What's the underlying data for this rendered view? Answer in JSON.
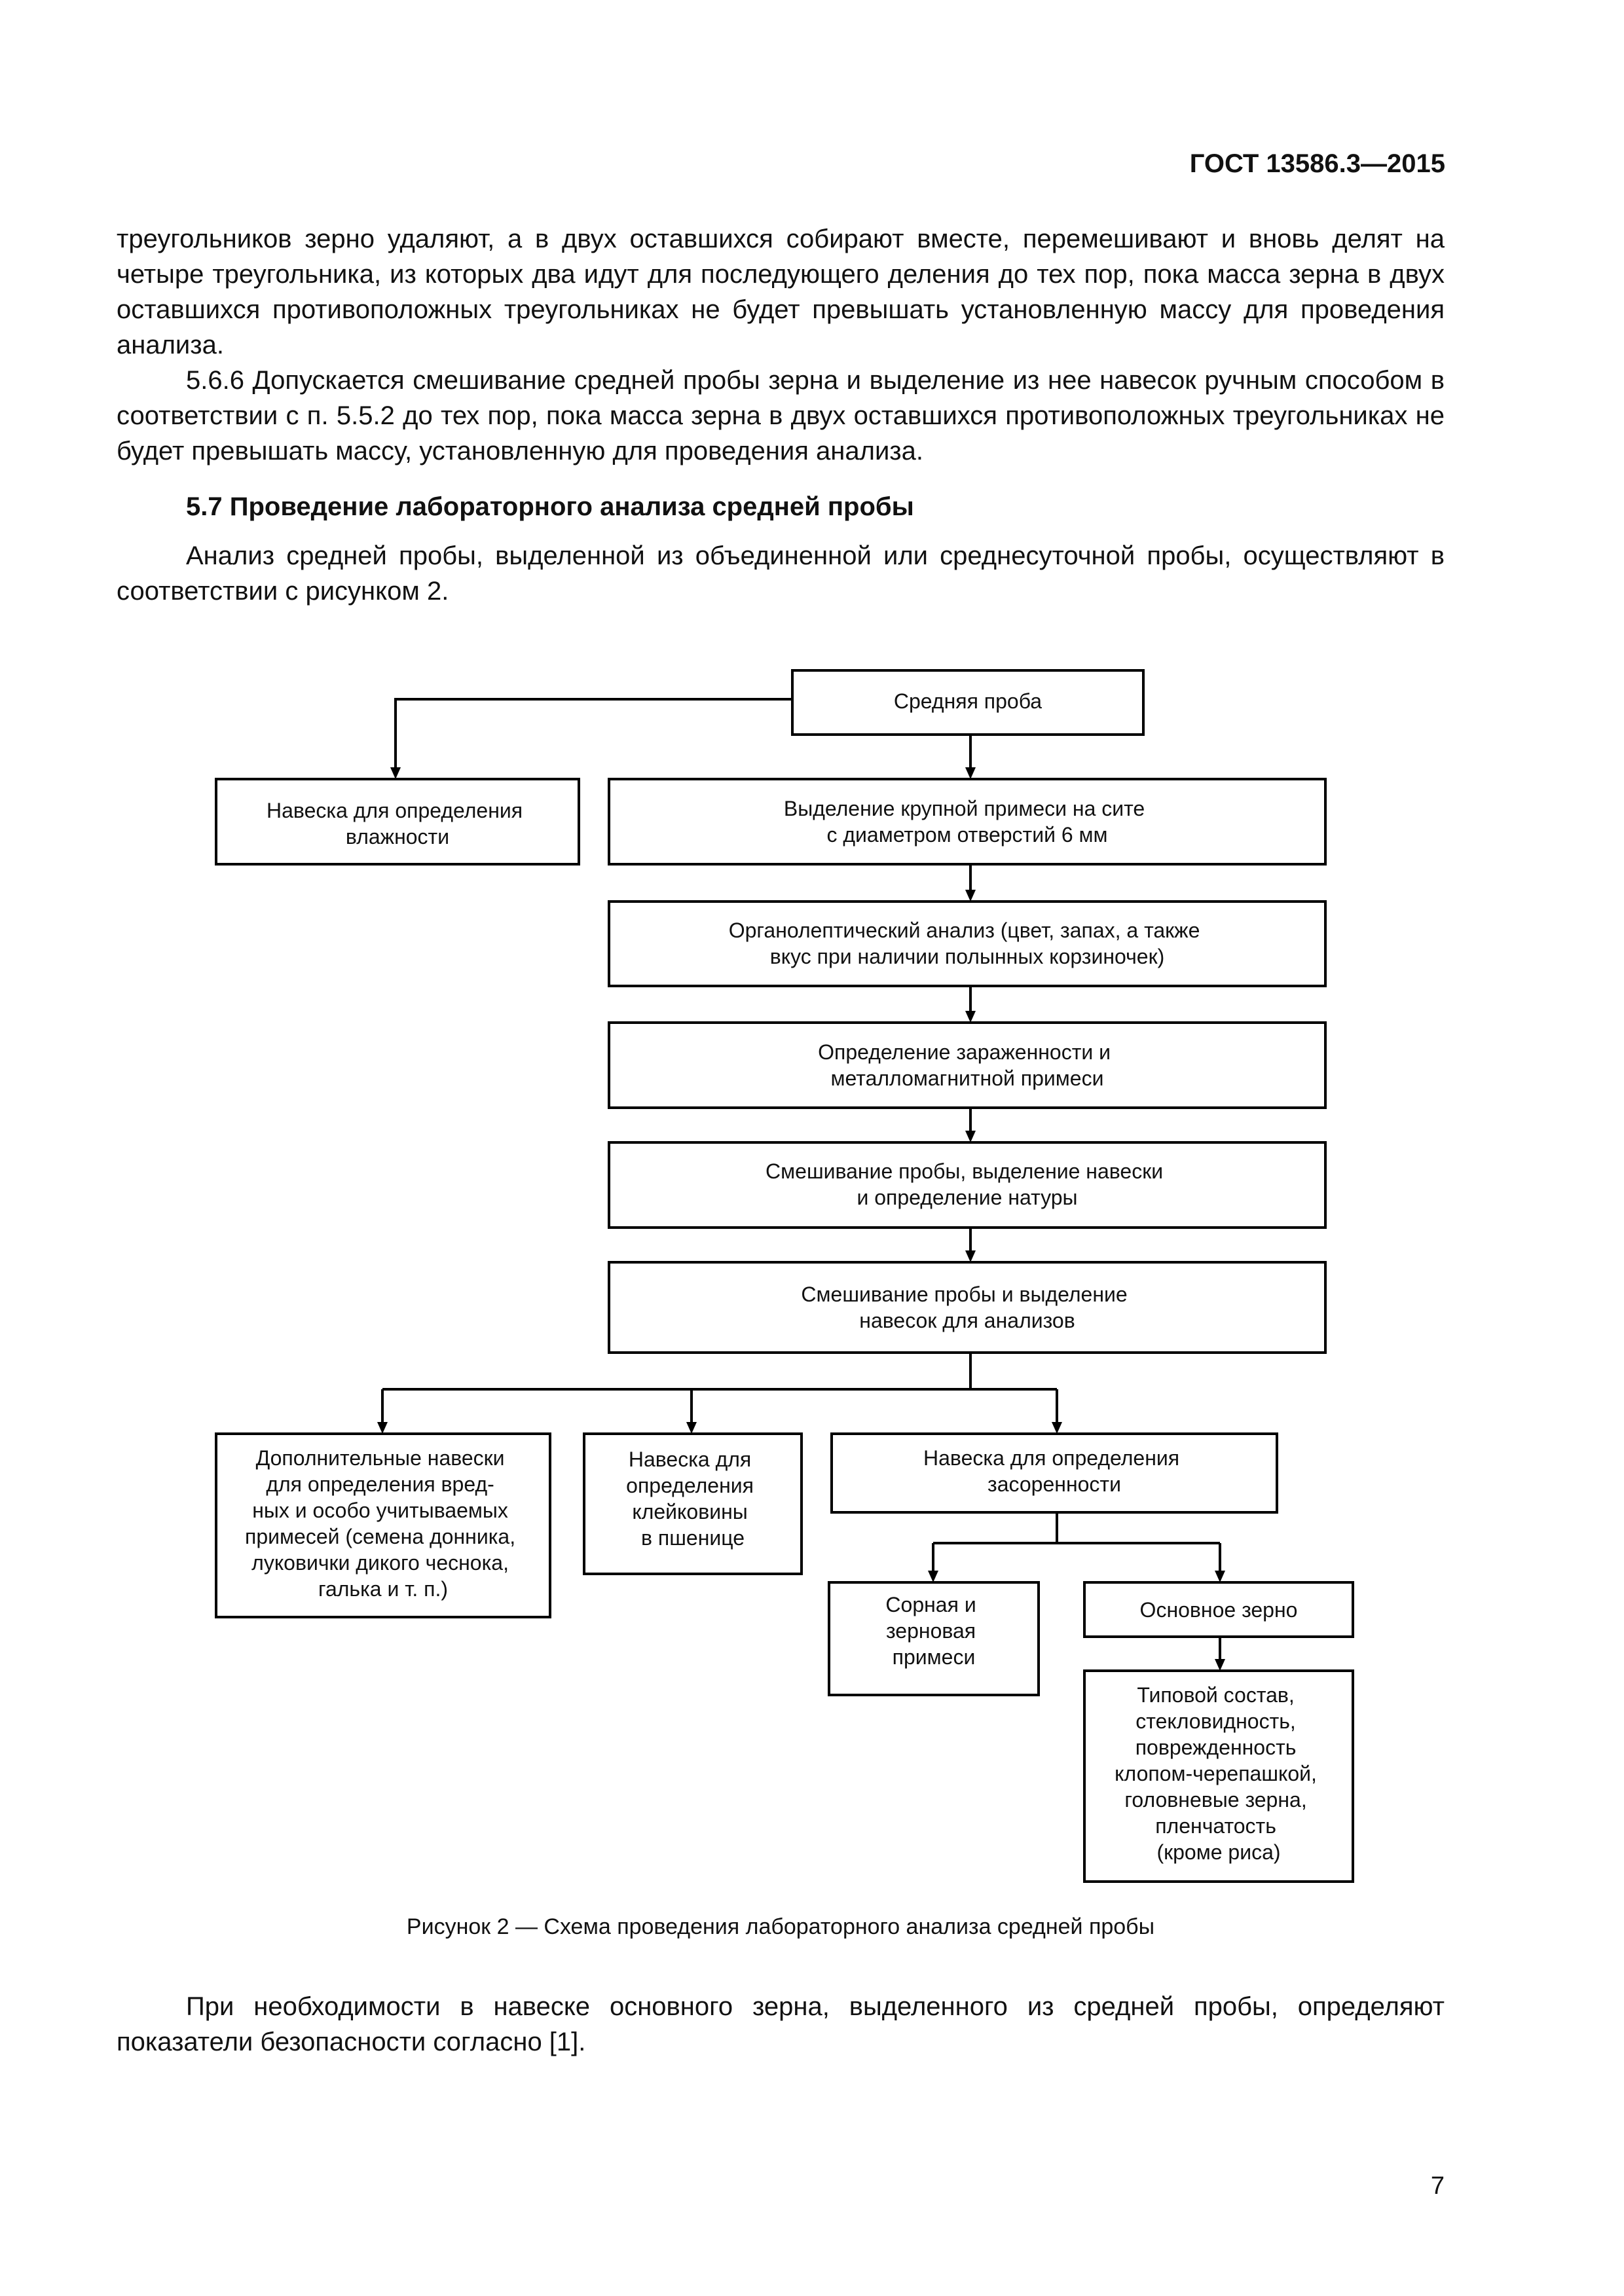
{
  "header": {
    "doc_id": "ГОСТ 13586.3—2015"
  },
  "body": {
    "paragraphs_top": [
      "треугольников зерно удаляют, а в двух оставшихся собирают вместе, перемешивают и вновь делят на четыре треугольника, из которых два идут для последующего деления до тех пор, пока масса зерна в двух оставшихся противоположных треугольниках не будет превышать установленную массу для проведения анализа.",
      "5.6.6 Допускается смешивание средней пробы зерна и выделение из нее навесок ручным способом в соответствии с п. 5.5.2 до тех пор, пока масса зерна в двух оставшихся противоположных треугольниках не будет превышать массу, установленную для проведения анализа."
    ],
    "section_title": "5.7 Проведение лабораторного анализа средней пробы",
    "section_para": "Анализ средней пробы, выделенной из объединенной или среднесуточной пробы, осуществляют в соответствии с рисунком 2.",
    "closing_para": "При необходимости в навеске основного зерна, выделенного из средней пробы, определяют показатели безопасности согласно [1]."
  },
  "figure": {
    "caption": "Рисунок 2 — Схема проведения лабораторного анализа средней пробы",
    "nodes": [
      {
        "id": "average-sample",
        "lines": [
          "Средняя проба"
        ]
      },
      {
        "id": "moisture-portion",
        "lines": [
          "Навеска для определения",
          "влажности"
        ]
      },
      {
        "id": "coarse-impurity",
        "lines": [
          "Выделение крупной примеси на сите",
          "с диаметром отверстий 6 мм"
        ]
      },
      {
        "id": "organoleptic",
        "lines": [
          "Органолептический анализ (цвет, запах, а также",
          "вкус при наличии полынных корзиночек)"
        ]
      },
      {
        "id": "infestation",
        "lines": [
          "Определение зараженности и",
          "металломагнитной примеси"
        ]
      },
      {
        "id": "mixing-nature",
        "lines": [
          "Смешивание пробы, выделение навески",
          "и определение натуры"
        ]
      },
      {
        "id": "mixing-portions",
        "lines": [
          "Смешивание пробы и выделение",
          "навесок для анализов"
        ]
      },
      {
        "id": "additional-portions",
        "lines": [
          "Дополнительные навески",
          "для определения вред-",
          "ных и особо учитываемых",
          "примесей (семена донника,",
          "луковички дикого чеснока,",
          "галька и т. п.)"
        ]
      },
      {
        "id": "gluten-portion",
        "lines": [
          "Навеска для",
          "определения",
          "клейковины",
          "в пшенице"
        ]
      },
      {
        "id": "contamination-portion",
        "lines": [
          "Навеска для определения",
          "засоренности"
        ]
      },
      {
        "id": "weed-grain-impurity",
        "lines": [
          "Сорная и",
          "зерновая",
          "примеси"
        ]
      },
      {
        "id": "main-grain",
        "lines": [
          "Основное зерно"
        ]
      },
      {
        "id": "type-composition",
        "lines": [
          "Типовой состав,",
          "стекловидность,",
          "поврежденность",
          "клопом-черепашкой,",
          "головневые зерна,",
          "пленчатость",
          "(кроме риса)"
        ]
      }
    ]
  },
  "footer": {
    "page_number": "7"
  }
}
